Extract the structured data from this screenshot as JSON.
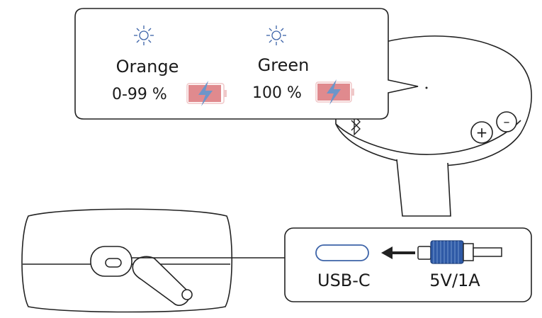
{
  "charging_status": {
    "states": [
      {
        "color_name": "Orange",
        "percent": "0-99 %",
        "led_color": "#e8a38f"
      },
      {
        "color_name": "Green",
        "percent": "100 %",
        "led_color": "#e8a38f"
      }
    ],
    "icons": {
      "led": "sun-icon",
      "battery": "battery-charging-icon"
    }
  },
  "charging_port": {
    "port_label": "USB-C",
    "input_spec": "5V/1A",
    "icons": {
      "port": "usb-c-port-icon",
      "arrow": "arrow-left-icon",
      "plug": "usb-c-plug-icon"
    }
  },
  "colors": {
    "line": "#222222",
    "led_blue": "#3c63a8",
    "battery_fill": "#e08a8e",
    "bolt": "#6d95c9",
    "plug_blue": "#2f5aa6"
  }
}
